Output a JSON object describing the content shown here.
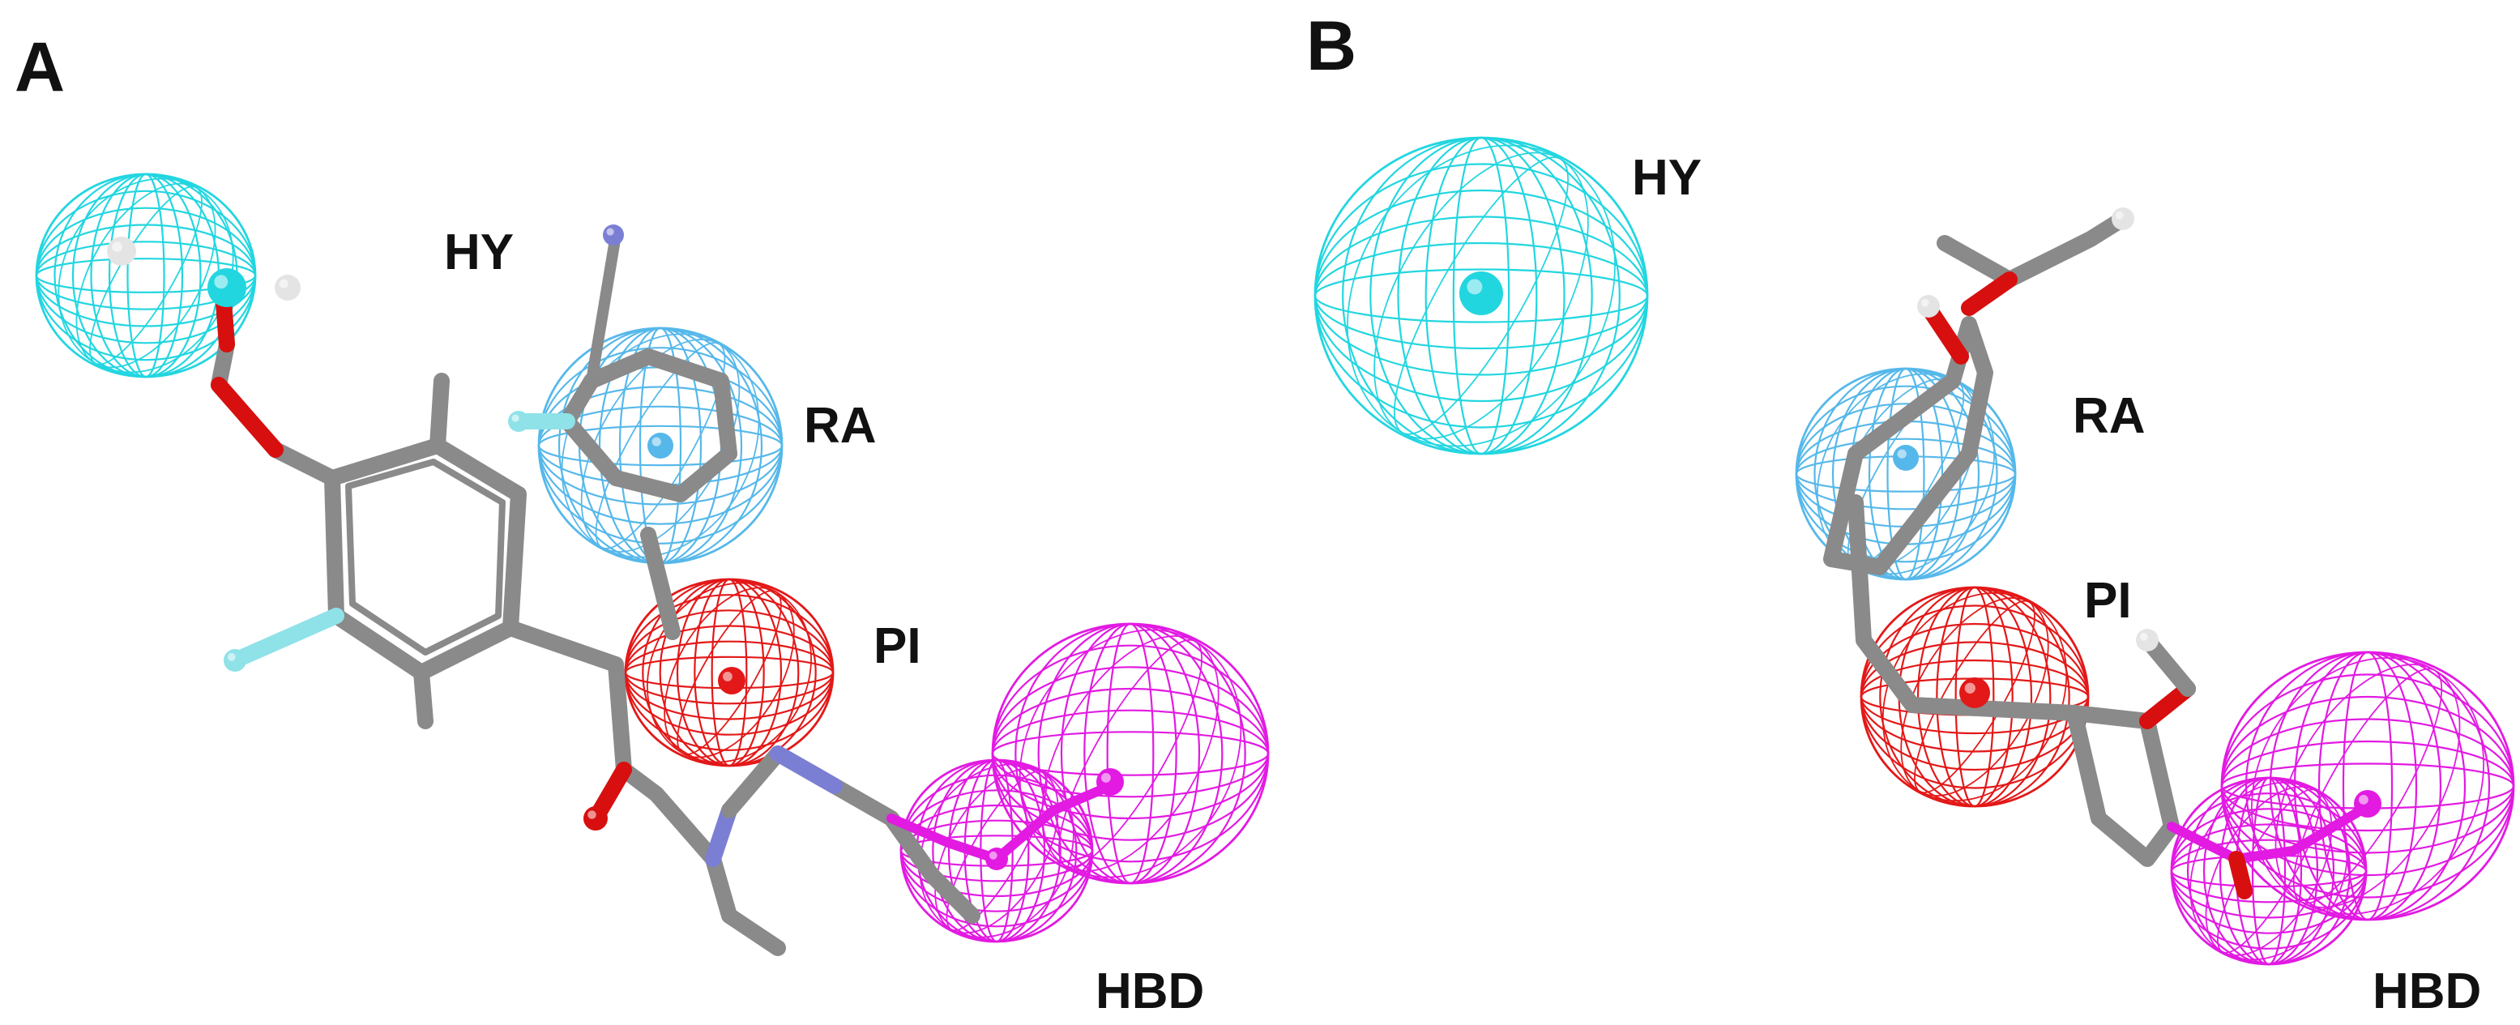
{
  "panels": [
    {
      "letter": "A",
      "features": [
        {
          "code": "HY",
          "type": "hydrophobic"
        },
        {
          "code": "RA",
          "type": "ring-aromatic"
        },
        {
          "code": "PI",
          "type": "positive-ionizable"
        },
        {
          "code": "HBD",
          "type": "hydrogen-bond-donor"
        }
      ]
    },
    {
      "letter": "B",
      "features": [
        {
          "code": "HY",
          "type": "hydrophobic"
        },
        {
          "code": "RA",
          "type": "ring-aromatic"
        },
        {
          "code": "PI",
          "type": "positive-ionizable"
        },
        {
          "code": "HBD",
          "type": "hydrogen-bond-donor"
        }
      ]
    }
  ],
  "colors": {
    "hydrophobic": "#22d6e0",
    "ring_aromatic": "#56b8ea",
    "positive_ionizable": "#e31818",
    "hbond_donor": "#e21ae2",
    "carbon": "#8a8a8a",
    "nitrogen": "#7b7fd4",
    "oxygen": "#d80f0f",
    "hydrogen": "#e4e4e4",
    "fluorine": "#8fe2e8"
  }
}
